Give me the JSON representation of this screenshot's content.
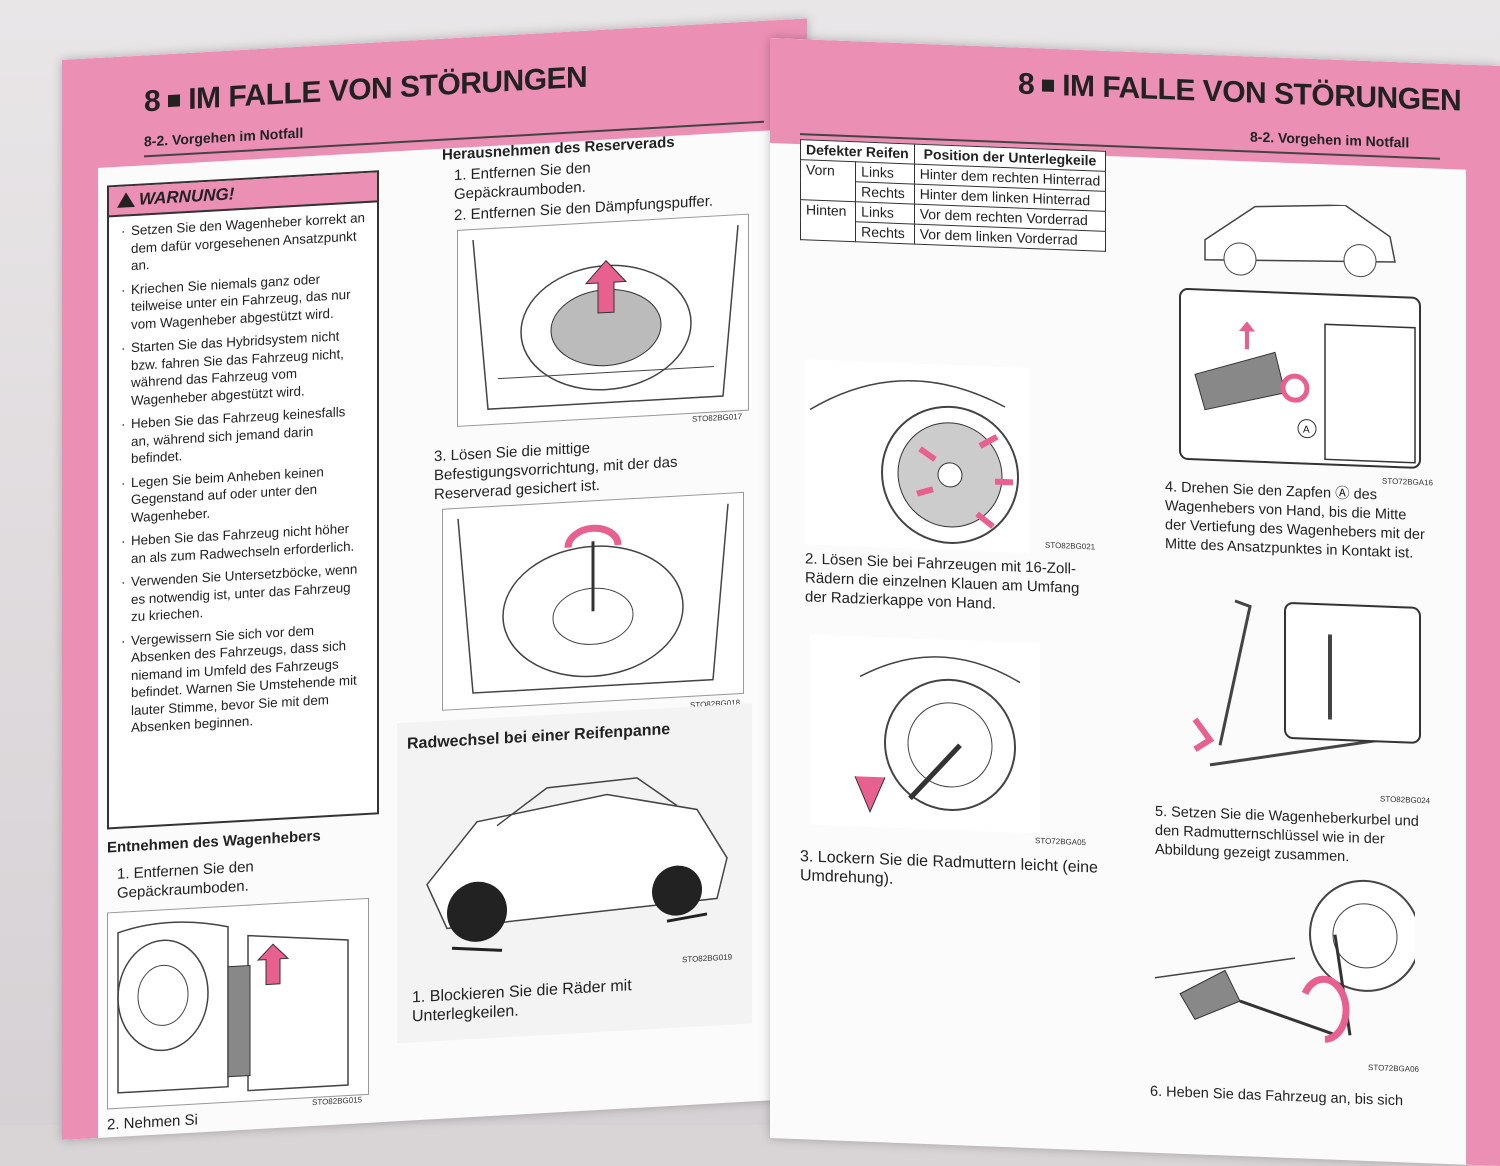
{
  "left_page": {
    "chapter_number": "8",
    "chapter_title": "IM FALLE VON STÖRUNGEN",
    "section": "8-2. Vorgehen im Notfall",
    "warning": {
      "title": "WARNUNG!",
      "items": [
        "Setzen Sie den Wagenheber korrekt an dem dafür vorgesehenen Ansatzpunkt an.",
        "Kriechen Sie niemals ganz oder teilweise unter ein Fahrzeug, das nur vom Wagenheber abgestützt wird.",
        "Starten Sie das Hybridsystem nicht bzw. fahren Sie das Fahrzeug nicht, während das Fahrzeug vom Wagenheber abgestützt wird.",
        "Heben Sie das Fahrzeug keinesfalls an, während sich jemand darin befindet.",
        "Legen Sie beim Anheben keinen Gegenstand auf oder unter den Wagenheber.",
        "Heben Sie das Fahrzeug nicht höher an als zum Radwechseln erforderlich.",
        "Verwenden Sie Untersetzböcke, wenn es notwendig ist, unter das Fahrzeug zu kriechen.",
        "Vergewissern Sie sich vor dem Absenken des Fahrzeugs, dass sich niemand im Umfeld des Fahrzeugs befindet. Warnen Sie Umstehende mit lauter Stimme, bevor Sie mit dem Absenken beginnen."
      ]
    },
    "jack_section": {
      "heading": "Entnehmen des Wagenhebers",
      "step1": "1. Entfernen Sie den Gepäckraumboden.",
      "step2": "2. Nehmen Si",
      "fig_code": "STO82BG015"
    },
    "spare_section": {
      "heading": "Herausnehmen des Reserverads",
      "step1": "1. Entfernen Sie den Gepäckraumboden.",
      "step2": "2. Entfernen Sie den Dämpfungspuffer.",
      "fig1_code": "STO82BG017",
      "step3": "3. Lösen Sie die mittige Befestigungsvorrichtung, mit der das Reserverad gesichert ist.",
      "fig2_code": "STO82BG018"
    },
    "flat_section": {
      "heading": "Radwechsel bei einer Reifenpanne",
      "fig_code": "STO82BG019",
      "step1": "1. Blockieren Sie die Räder mit Unterlegkeilen."
    }
  },
  "right_page": {
    "chapter_number": "8",
    "chapter_title": "IM FALLE VON STÖRUNGEN",
    "section": "8-2. Vorgehen im Notfall",
    "table": {
      "col1": "Defekter Reifen",
      "col2": "Position der Unterlegkeile",
      "rows": [
        {
          "group": "Vorn",
          "side": "Links",
          "position": "Hinter dem rechten Hinterrad"
        },
        {
          "group": "",
          "side": "Rechts",
          "position": "Hinter dem linken Hinterrad"
        },
        {
          "group": "Hinten",
          "side": "Links",
          "position": "Vor dem rechten Vorderrad"
        },
        {
          "group": "",
          "side": "Rechts",
          "position": "Vor dem linken Vorderrad"
        }
      ]
    },
    "fig_wheelcap_code": "STO82BG021",
    "step2": "2. Lösen Sie bei Fahrzeugen mit 16-Zoll-Rädern die einzelnen Klauen am Umfang der Radzierkappe von Hand.",
    "fig_nuts_code": "STO72BGA05",
    "step3": "3. Lockern Sie die Radmuttern leicht (eine Umdrehung).",
    "fig_jackpoint_code": "STO72BGA16",
    "step4": "4. Drehen Sie den Zapfen Ⓐ des Wagenhebers von Hand, bis die Mitte der Vertiefung des Wagenhebers mit der Mitte des Ansatzpunktes in Kontakt ist.",
    "fig_crank_code": "STO82BG024",
    "step5": "5. Setzen Sie die Wagenheberkurbel und den Radmutternschlüssel wie in der Abbildung gezeigt zusammen.",
    "fig_lift_code": "STO72BGA06",
    "step6": "6. Heben Sie das Fahrzeug an, bis sich",
    "label_a": "A"
  },
  "colors": {
    "accent_pink": "#ec8fb5",
    "arrow_pink": "#e8608f",
    "text": "#222222"
  }
}
